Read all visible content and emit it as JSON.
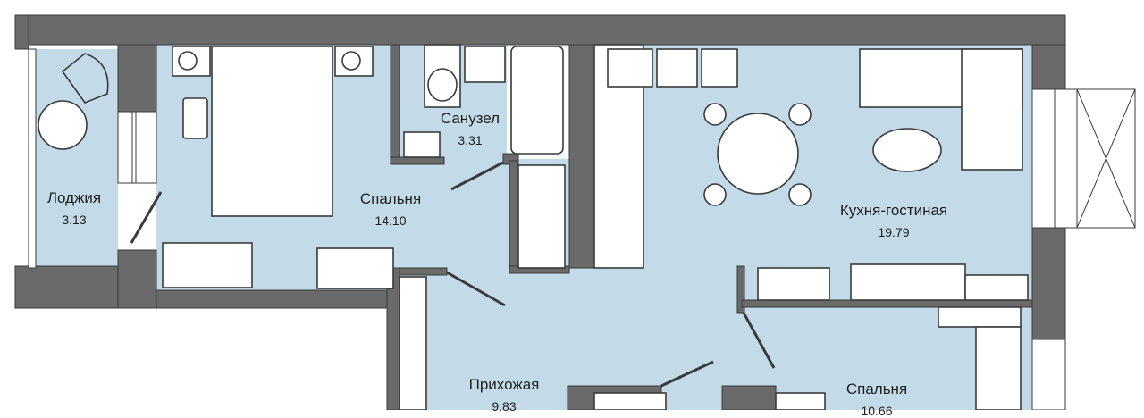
{
  "colors": {
    "floor": "#c3dbe8",
    "wall": "#6a6a6a",
    "background": "#ffffff"
  },
  "rooms": [
    {
      "name": "Лоджия",
      "area": "3.13"
    },
    {
      "name": "Спальня",
      "area": "14.10"
    },
    {
      "name": "Санузел",
      "area": "3.31"
    },
    {
      "name": "Кухня-гостиная",
      "area": "19.79"
    },
    {
      "name": "Прихожая",
      "area": "9.83"
    },
    {
      "name": "Спальня",
      "area": "10.66"
    }
  ]
}
